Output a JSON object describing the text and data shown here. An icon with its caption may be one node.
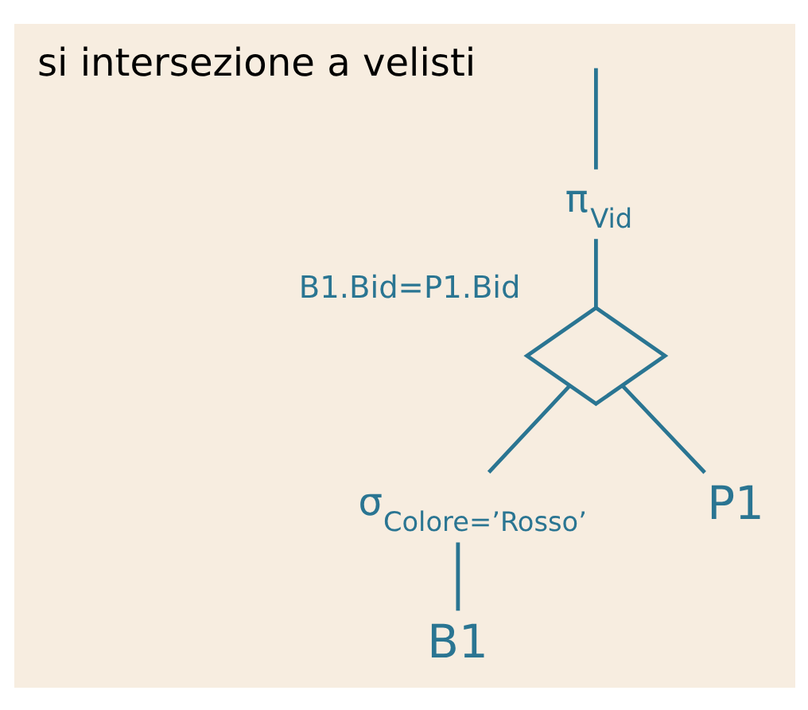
{
  "diagram": {
    "nodes": [
      {
        "text": [
          "π$_{Vid}$"
        ]
      },
      {
        "text": [],
        "shape": "bowtie",
        "beside": [
          "B1.Bid=P1.Bid"
        ]
      },
      {
        "text": [
          "σ$_{Colore=’Rosso’}$"
        ]
      },
      {
        "text": [
          "P1"
        ]
      },
      {
        "text": [
          "B1"
        ]
      }
    ],
    "edges": [
      {
        "from": 0,
        "to": null,
        "arrow": "none"
      },
      {
        "from": 1,
        "to": 0,
        "arrow": "none"
      },
      {
        "from": 1,
        "to": 2,
        "arrow": "none"
      },
      {
        "from": 1,
        "to": 3,
        "arrow": "none"
      },
      {
        "from": 2,
        "to": 4,
        "arrow": "none"
      }
    ],
    "labels": [
      "si intersezione a velisti"
    ]
  }
}
